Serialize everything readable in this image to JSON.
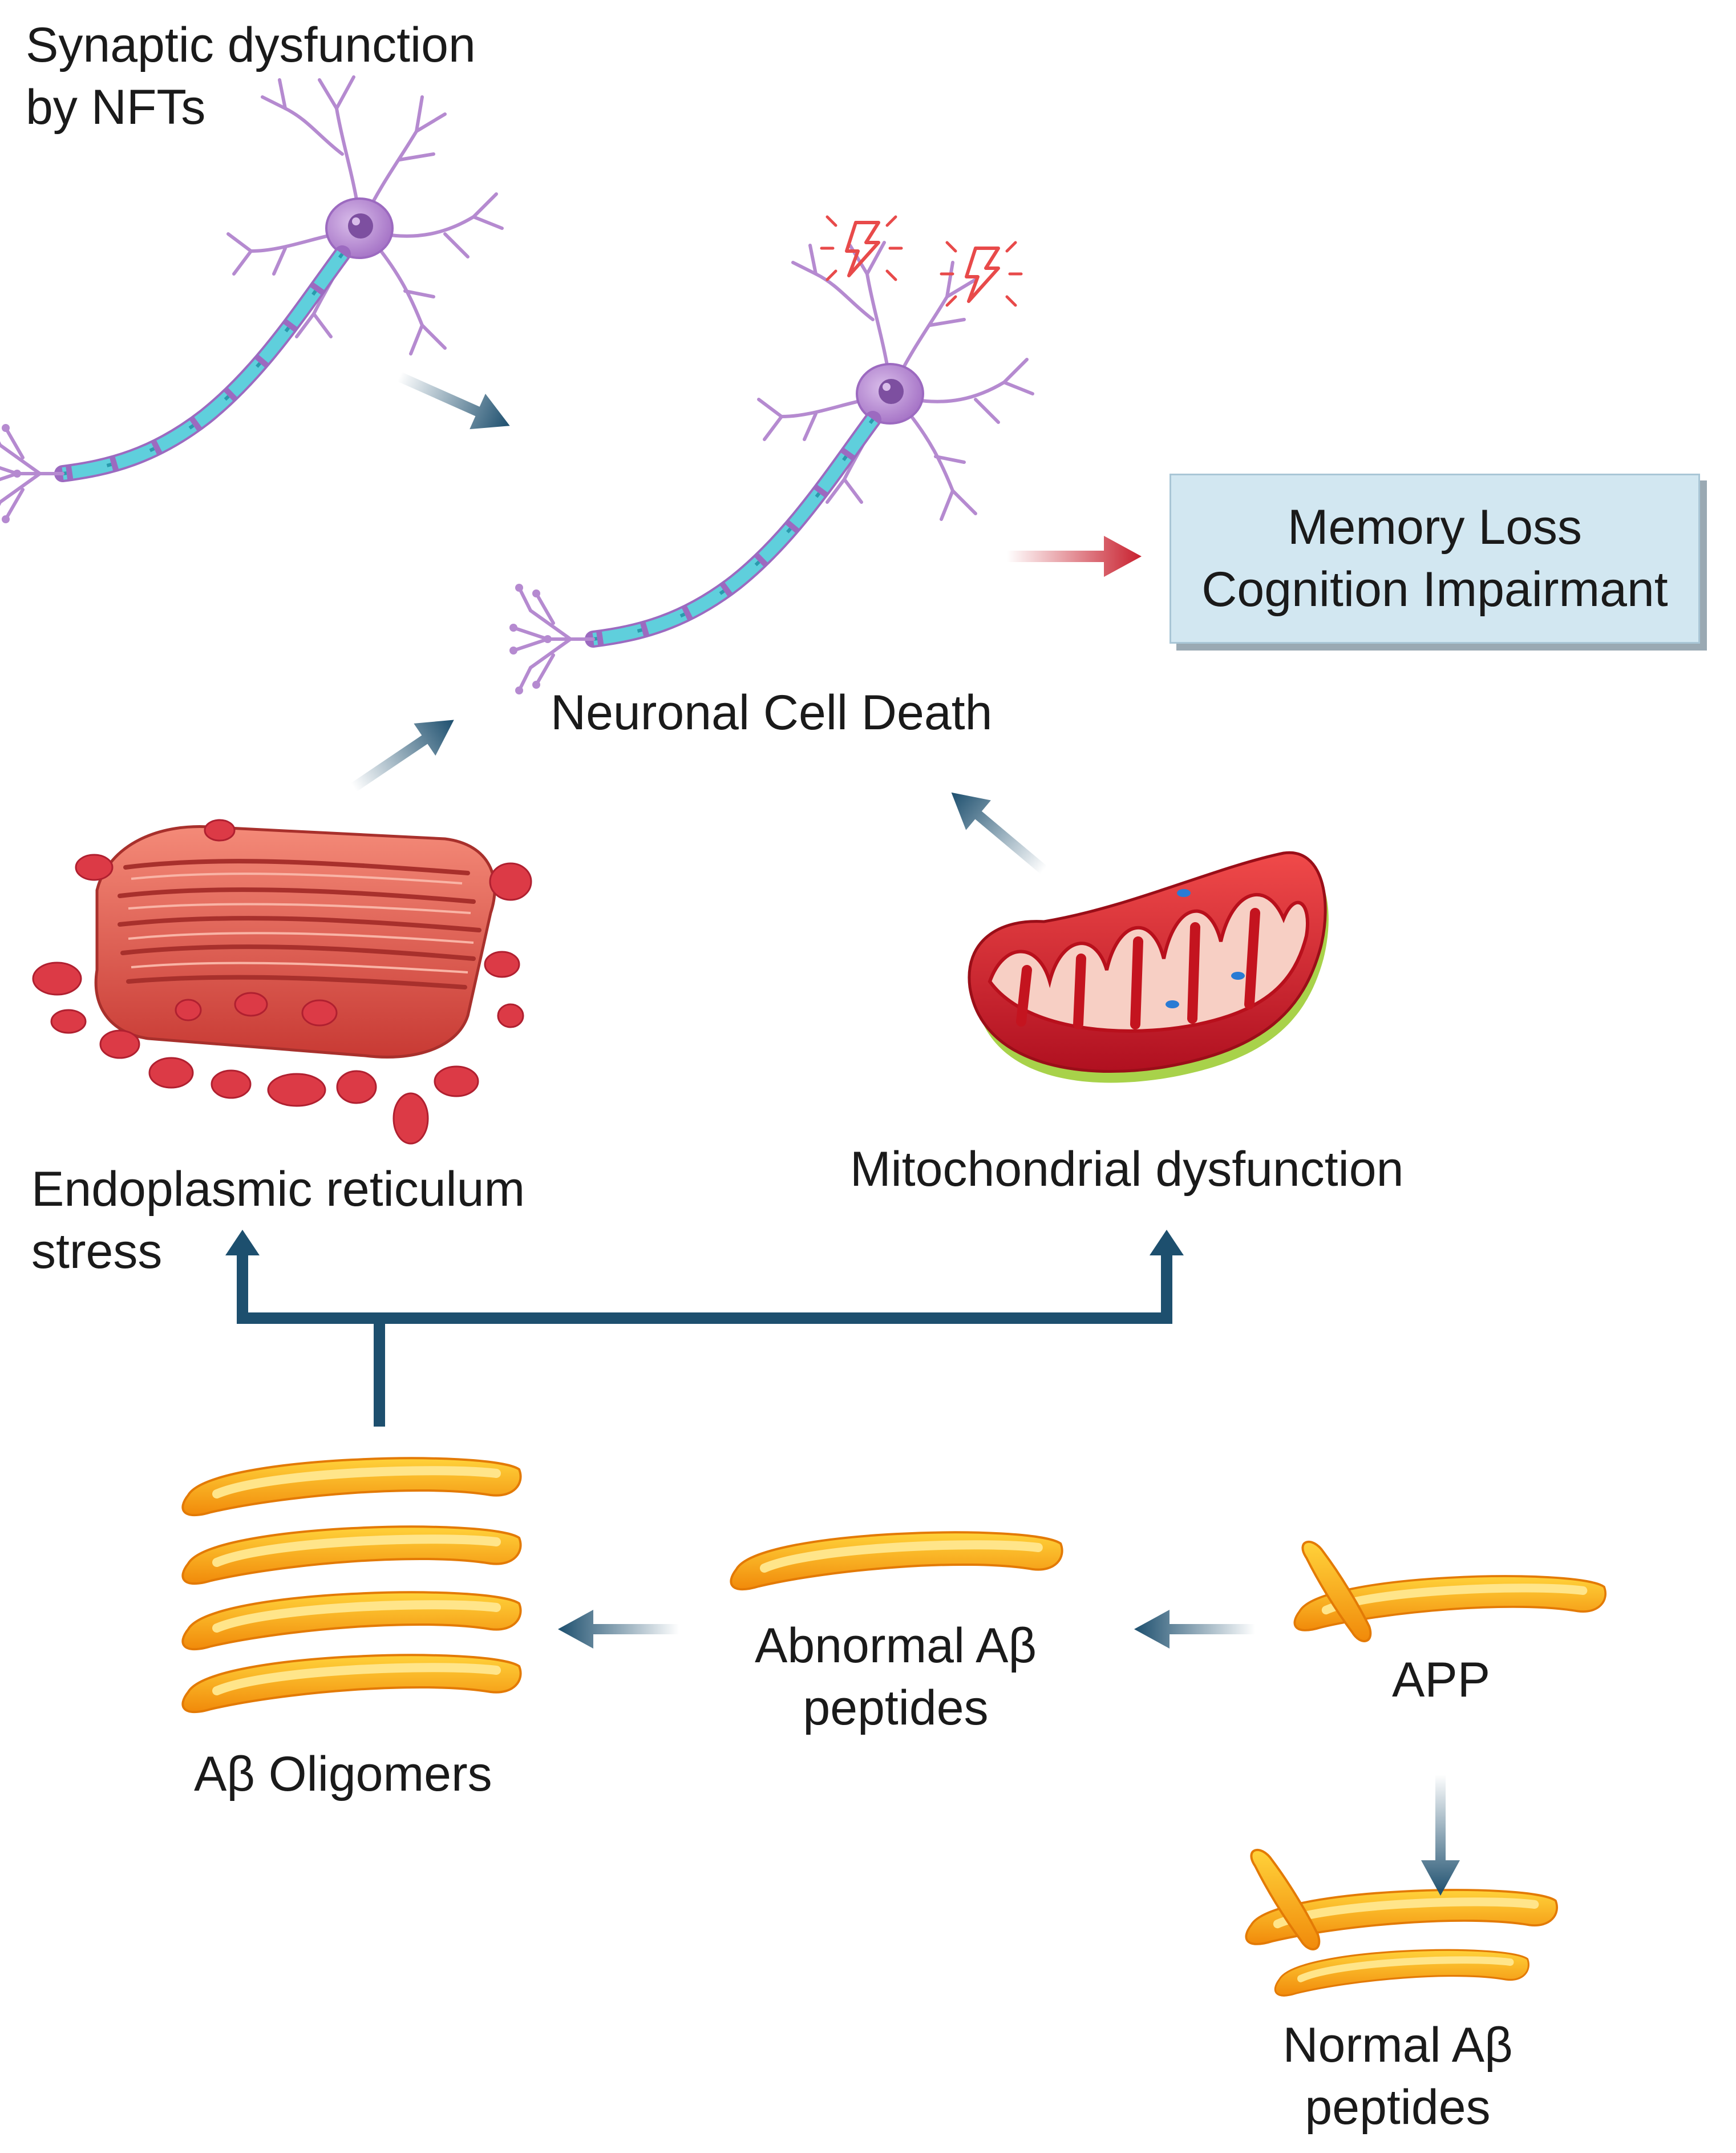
{
  "labels": {
    "synaptic": [
      "Synaptic dysfunction",
      "by NFTs"
    ],
    "neuronal_death": "Neuronal Cell Death",
    "memory_box": [
      "Memory Loss",
      "Cognition Impairmant"
    ],
    "er_stress": [
      "Endoplasmic reticulum",
      "stress"
    ],
    "mito": "Mitochondrial dysfunction",
    "oligomers": "Aβ Oligomers",
    "abnormal": [
      "Abnormal Aβ",
      "peptides"
    ],
    "app": "APP",
    "normal": [
      "Normal Aβ",
      "peptides"
    ]
  },
  "colors": {
    "arrow": "#1d4f6e",
    "arrow_red": "#c8202e",
    "neuron": "#b58ad0",
    "axon": "#5fcfdc",
    "er": "#e0524a",
    "mito": "#d7222c",
    "peptide": "#f5a011",
    "box_fill": "#d2e7f1"
  }
}
